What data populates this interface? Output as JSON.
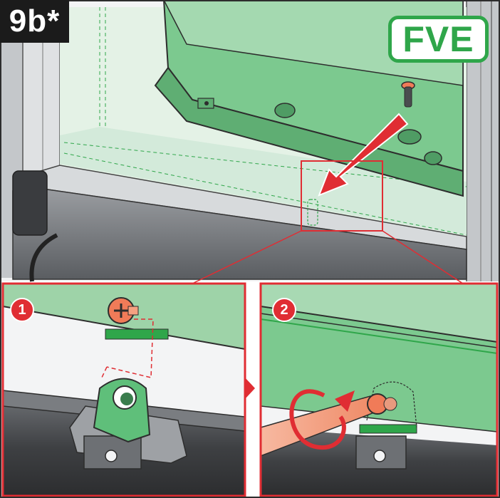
{
  "step": {
    "label": "9b*"
  },
  "badge": {
    "label": "FVE"
  },
  "panels": [
    {
      "number": "1"
    },
    {
      "number": "2"
    }
  ],
  "colors": {
    "red": "#e02d33",
    "green_badge": "#2fa64a",
    "green_part": "#5fbf7a",
    "green_glass": "#cfe9d3",
    "frame_grey": "#b9bcbf",
    "dark_grey": "#4a4c4f",
    "orange_screw": "#f07b58",
    "salmon_tool": "#f4a58a"
  }
}
